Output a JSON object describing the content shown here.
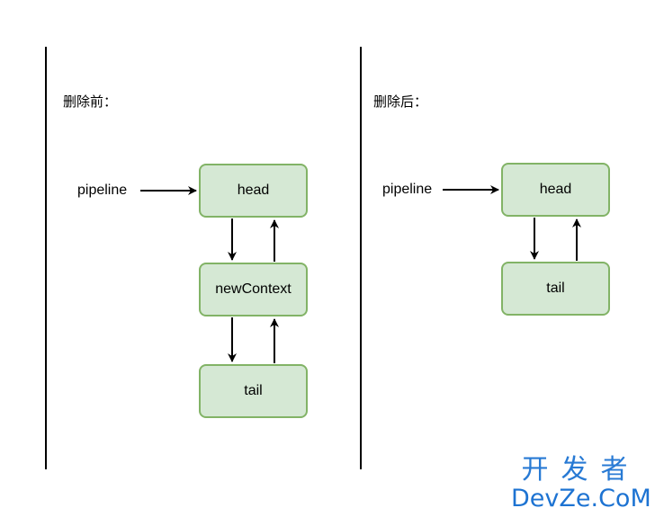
{
  "before": {
    "label": "删除前：",
    "pipeline_label": "pipeline",
    "nodes": [
      "head",
      "newContext",
      "tail"
    ]
  },
  "after": {
    "label": "删除后：",
    "pipeline_label": "pipeline",
    "nodes": [
      "head",
      "tail"
    ]
  },
  "colors": {
    "node_fill": "#d5e8d4",
    "node_border": "#82b366",
    "watermark": "#1d73d2"
  },
  "watermark": {
    "cn": "开发者",
    "en": "DevZe.CoM"
  }
}
